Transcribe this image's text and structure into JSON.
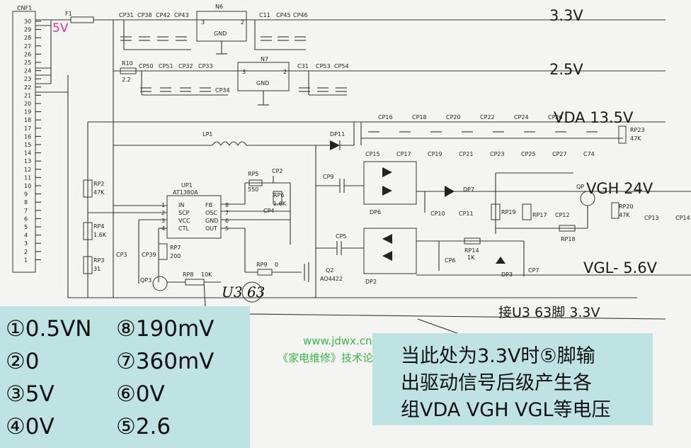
{
  "connector": {
    "name": "CNF1",
    "pins": [
      "30",
      "29",
      "28",
      "27",
      "26",
      "25",
      "24",
      "23",
      "22",
      "21",
      "20",
      "19",
      "18",
      "17",
      "16",
      "15",
      "14",
      "13",
      "12",
      "11",
      "10",
      "9",
      "8",
      "7",
      "6",
      "5",
      "4",
      "3",
      "2",
      "1"
    ]
  },
  "fuse": "F1",
  "input_label": "5V",
  "rails": {
    "v33": "3.3V",
    "v25": "2.5V",
    "vda": "VDA 13.5V",
    "vgh": "VGH 24V",
    "vgl": "VGL- 5.6V",
    "u3": "接U3 63脚 3.3V"
  },
  "components": {
    "caps_row1": [
      "CP31",
      "CP38",
      "CP42",
      "CP43",
      "C11",
      "CP45",
      "CP46"
    ],
    "reg1": {
      "name": "N6",
      "pin3": "3",
      "pin2": "2",
      "gnd": "GND"
    },
    "caps_row2": [
      "CP50",
      "CP51",
      "CP32",
      "CP33",
      "CP34",
      "C31",
      "CP53",
      "CP54"
    ],
    "r10": "R10",
    "r10_val": "2.2",
    "reg2": {
      "name": "N7",
      "pin3": "3",
      "pin2": "2",
      "gnd": "GND"
    },
    "caps_top": [
      "CP16",
      "CP18",
      "CP20",
      "CP22",
      "CP24",
      "CP26"
    ],
    "caps_bottom": [
      "CP15",
      "CP17",
      "CP19",
      "CP21",
      "CP23",
      "CP25",
      "CP27",
      "C74"
    ],
    "rp23": "RP23",
    "rp23_val": "47K",
    "lp1": "LP1",
    "dp11": "DP11",
    "ic": {
      "name": "UP1",
      "part": "AT1380A",
      "left_pins": [
        "IN",
        "SCP",
        "VCC",
        "CTL"
      ],
      "right_pins": [
        "FB",
        "OSC",
        "GND",
        "OUT"
      ],
      "left_nums": [
        "1",
        "2",
        "3",
        "4"
      ],
      "right_nums": [
        "8",
        "7",
        "6",
        "5"
      ]
    },
    "rp5": "RP5",
    "rp5_val": "550",
    "cp2": "CP2",
    "rp6": "RP6",
    "rp6_val": "1.6K",
    "cp4": "CP4",
    "rp2": "RP2",
    "rp2_val": "47K",
    "rp4": "RP4",
    "rp4_val": "1.6K",
    "rp3": "RP3",
    "rp3_val": "31",
    "cp3": "CP3",
    "cp39": "CP39",
    "rp7": "RP7",
    "rp7_val": "200",
    "qp3": "QP3",
    "rp8": "RP8",
    "rp8_val": "10K",
    "rp9": "RP9",
    "rp9_val": "0",
    "q2": "Q2",
    "q2_part": "AO4422",
    "cp9": "CP9",
    "cp5": "CP5",
    "dp6": "DP6",
    "dp2": "DP2",
    "dp7": "DP7",
    "cp10": "CP10",
    "cp11": "CP11",
    "rp19": "RP19",
    "rp17": "RP17",
    "cp12": "CP12",
    "rp18": "RP18",
    "qp": "QP",
    "rp20": "RP20",
    "rp20_val": "47K",
    "cp13": "CP13",
    "cp14": "CP14",
    "cp6": "CP6",
    "rp14": "RP14",
    "rp14_val": "1K",
    "dp3": "DP3",
    "cp7": "CP7"
  },
  "u3_tag": "U3 63",
  "pin_voltages": [
    {
      "pin": "①",
      "value": "0.5VN"
    },
    {
      "pin": "②",
      "value": "0"
    },
    {
      "pin": "③",
      "value": "5V"
    },
    {
      "pin": "④",
      "value": "0V"
    },
    {
      "pin": "⑧",
      "value": "190mV"
    },
    {
      "pin": "⑦",
      "value": "360mV"
    },
    {
      "pin": "⑥",
      "value": "0V"
    },
    {
      "pin": "⑤",
      "value": "2.6"
    }
  ],
  "note_lines": [
    "当此处为3.3V时⑤脚输",
    "出驱动信号后级产生各",
    "组VDA VGH VGL等电压"
  ],
  "watermark": {
    "url": "www.jdwx.cn",
    "forum": "《家电维修》技术论坛"
  },
  "colors": {
    "panel": "#bfe3e3",
    "watermark": "#3cb44b",
    "input_label": "#e0358f"
  }
}
